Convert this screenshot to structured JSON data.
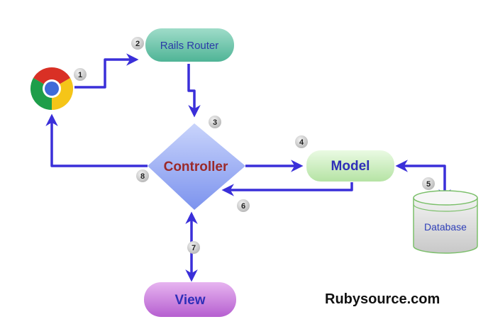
{
  "nodes": {
    "router": "Rails Router",
    "controller": "Controller",
    "model": "Model",
    "view": "View",
    "database": "Database"
  },
  "steps": [
    "1",
    "2",
    "3",
    "4",
    "5",
    "6",
    "7",
    "8"
  ],
  "watermark": "Rubysource.com",
  "colors": {
    "arrow": "#3a2fd9",
    "router_fill": "#6cc6ad",
    "router_text": "#2b3aa8",
    "controller_fill": "#8fa6f2",
    "controller_text": "#9b2a2a",
    "model_fill": "#cfeec3",
    "model_text": "#2f2fb8",
    "view_fill": "#cf7fe0",
    "view_text": "#2f2fb8",
    "database_fill": "#d8d8d8",
    "database_text": "#2f3fb8",
    "badge_fill": "#cfcfcf"
  },
  "icons": {
    "browser": "chrome-browser-icon"
  }
}
